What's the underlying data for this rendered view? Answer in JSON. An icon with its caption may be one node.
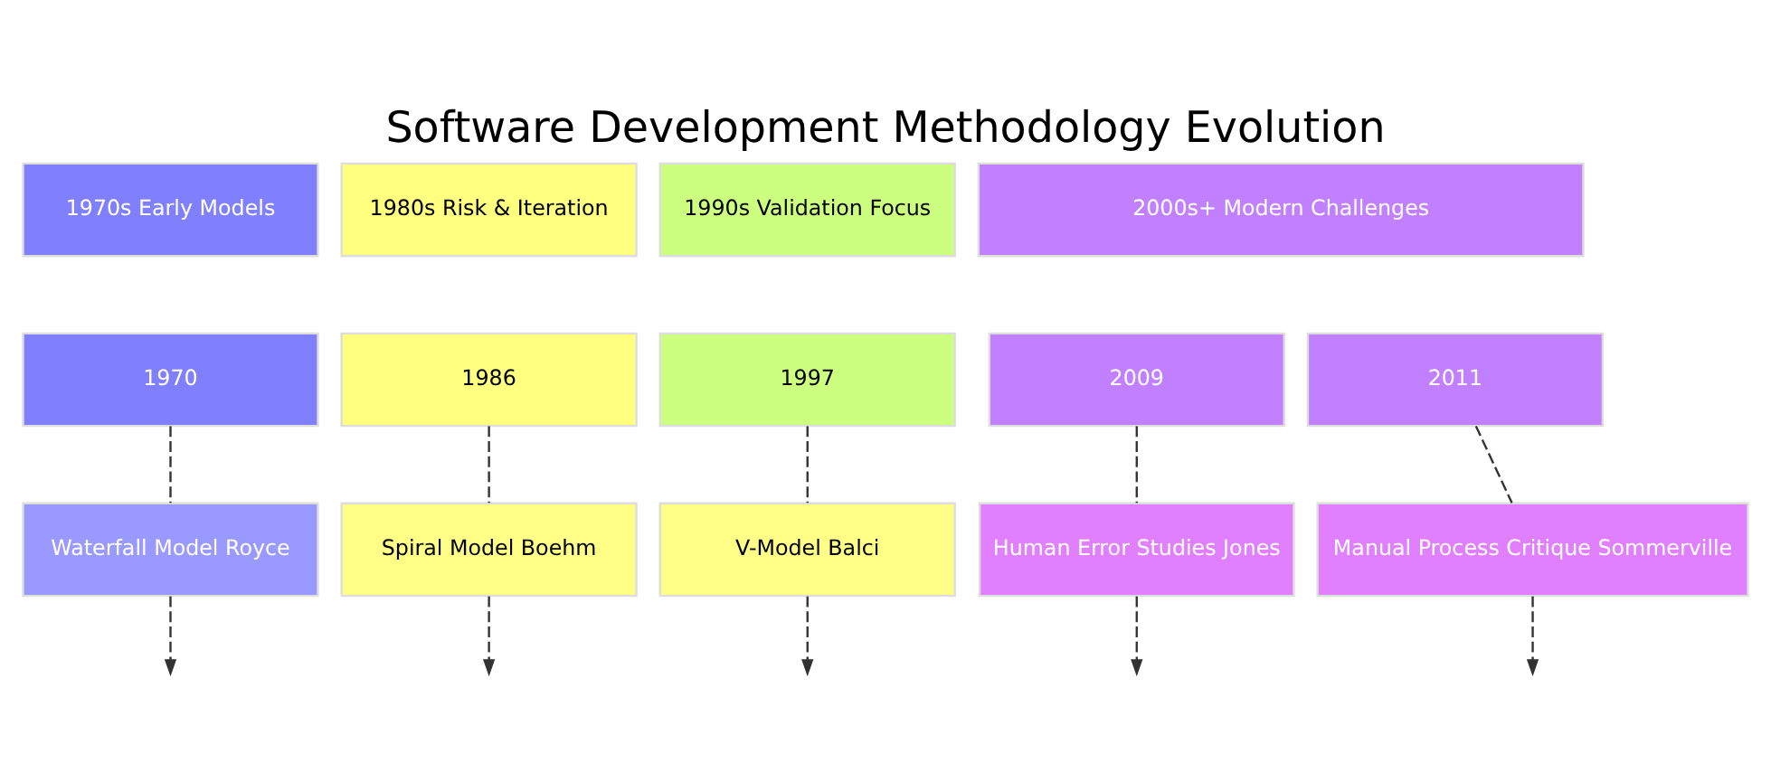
{
  "diagram": {
    "title": "Software Development Methodology Evolution",
    "nodes": [
      {
        "text": [
          "1970s Early Models"
        ]
      },
      {
        "text": [
          "1980s Risk & Iteration"
        ]
      },
      {
        "text": [
          "1990s Validation Focus"
        ]
      },
      {
        "text": [
          "2000s+ Modern Challenges"
        ]
      },
      {
        "text": [
          "1970"
        ]
      },
      {
        "text": [
          "1986"
        ]
      },
      {
        "text": [
          "1997"
        ]
      },
      {
        "text": [
          "2009"
        ]
      },
      {
        "text": [
          "2011"
        ]
      },
      {
        "text": [
          "Waterfall Model Royce"
        ]
      },
      {
        "text": [
          "Spiral Model Boehm"
        ]
      },
      {
        "text": [
          "V-Model Balci"
        ]
      },
      {
        "text": [
          "Human Error Studies Jones"
        ]
      },
      {
        "text": [
          "Manual Process Critique Sommerville"
        ]
      }
    ],
    "edges": [
      {
        "from": 4,
        "to": 9,
        "arrow": "none",
        "style": "dashed"
      },
      {
        "from": 5,
        "to": 10,
        "arrow": "none",
        "style": "dashed"
      },
      {
        "from": 6,
        "to": 11,
        "arrow": "none",
        "style": "dashed"
      },
      {
        "from": 7,
        "to": 12,
        "arrow": "none",
        "style": "dashed"
      },
      {
        "from": 8,
        "to": 13,
        "arrow": "none",
        "style": "dashed"
      },
      {
        "from": 9,
        "to": null,
        "arrow": "to",
        "style": "dashed"
      },
      {
        "from": 10,
        "to": null,
        "arrow": "to",
        "style": "dashed"
      },
      {
        "from": 11,
        "to": null,
        "arrow": "to",
        "style": "dashed"
      },
      {
        "from": 12,
        "to": null,
        "arrow": "to",
        "style": "dashed"
      },
      {
        "from": 13,
        "to": null,
        "arrow": "to",
        "style": "dashed"
      }
    ]
  }
}
